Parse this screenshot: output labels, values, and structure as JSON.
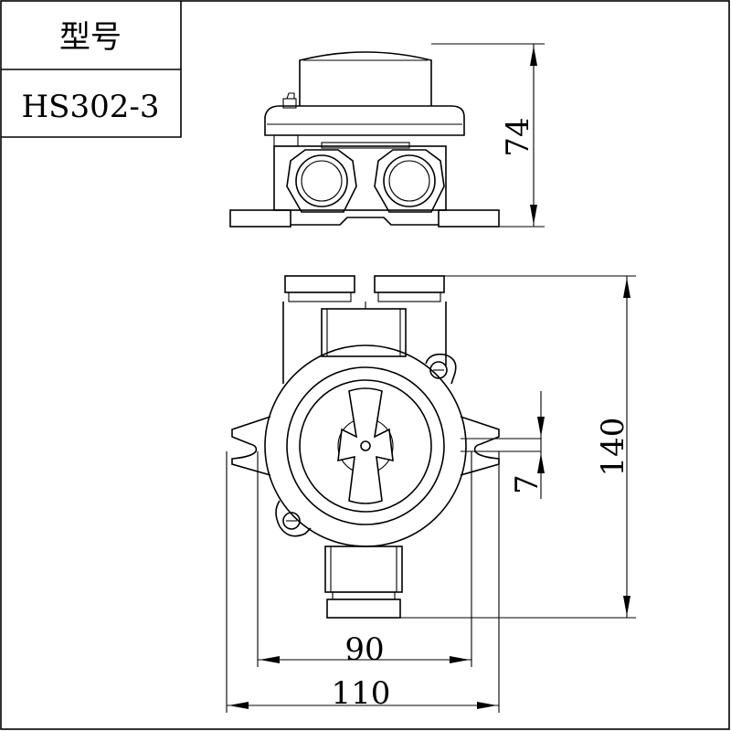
{
  "title_block": {
    "label": "型号",
    "model": "HS302-3"
  },
  "dimensions": {
    "height": "74",
    "length": "140",
    "slot": "7",
    "inner_width": "90",
    "overall_width": "110"
  }
}
